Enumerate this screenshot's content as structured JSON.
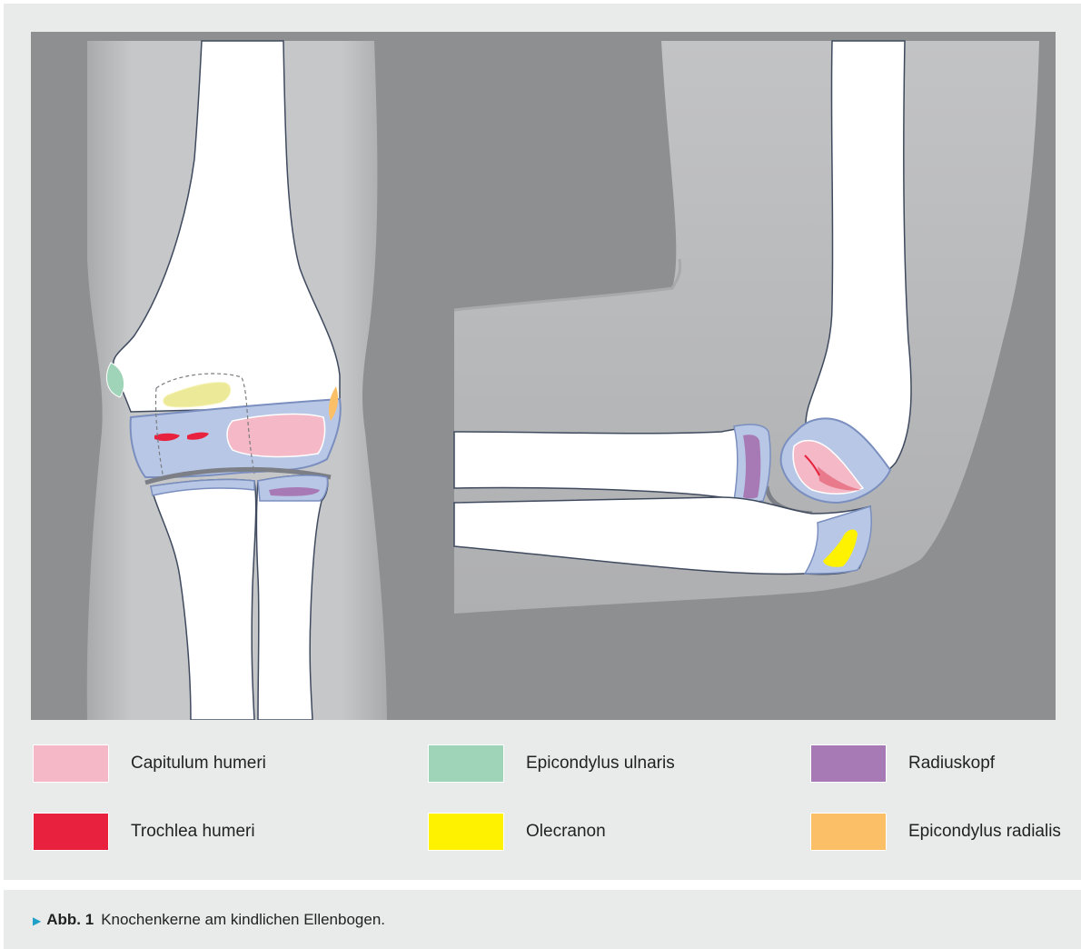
{
  "caption": {
    "label": "Abb. 1",
    "text": "Knochenkerne am kindlichen Ellenbogen."
  },
  "legend": [
    {
      "id": "capitulum",
      "label": "Capitulum humeri",
      "color": "#f4b8c6"
    },
    {
      "id": "epicondylus-ulnaris",
      "label": "Epicondylus ulnaris",
      "color": "#9fd4b8"
    },
    {
      "id": "radiuskopf",
      "label": "Radiuskopf",
      "color": "#a87ab5"
    },
    {
      "id": "trochlea",
      "label": "Trochlea humeri",
      "color": "#e8213e"
    },
    {
      "id": "olecranon",
      "label": "Olecranon",
      "color": "#fff200"
    },
    {
      "id": "epicondylus-radialis",
      "label": "Epicondylus radialis",
      "color": "#fbbf67"
    }
  ],
  "colors": {
    "background": "#8e8f91",
    "soft_tissue": "#bdbec0",
    "bone": "#ffffff",
    "cartilage": "#b9c7e6",
    "outline": "#3f4a5e"
  }
}
